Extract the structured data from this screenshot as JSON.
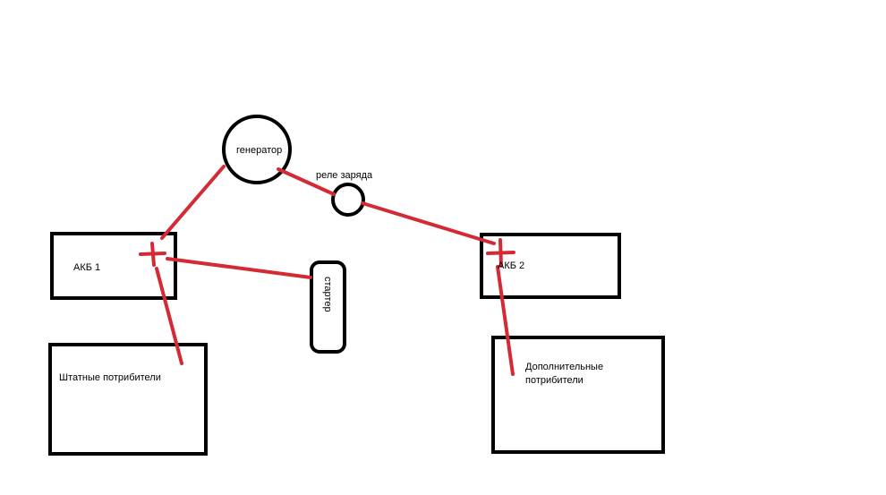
{
  "colors": {
    "outline": "#000000",
    "wire": "#d42a35",
    "background": "#ffffff"
  },
  "nodes": {
    "generator": "генератор",
    "charge_relay": "реле заряда",
    "battery_1": "АКБ 1",
    "battery_2": "АКБ 2",
    "starter": "стартер",
    "standard_consumers": "Штатные потрибители",
    "extra_consumers_line1": "Дополнительные",
    "extra_consumers_line2": "потрибители"
  }
}
